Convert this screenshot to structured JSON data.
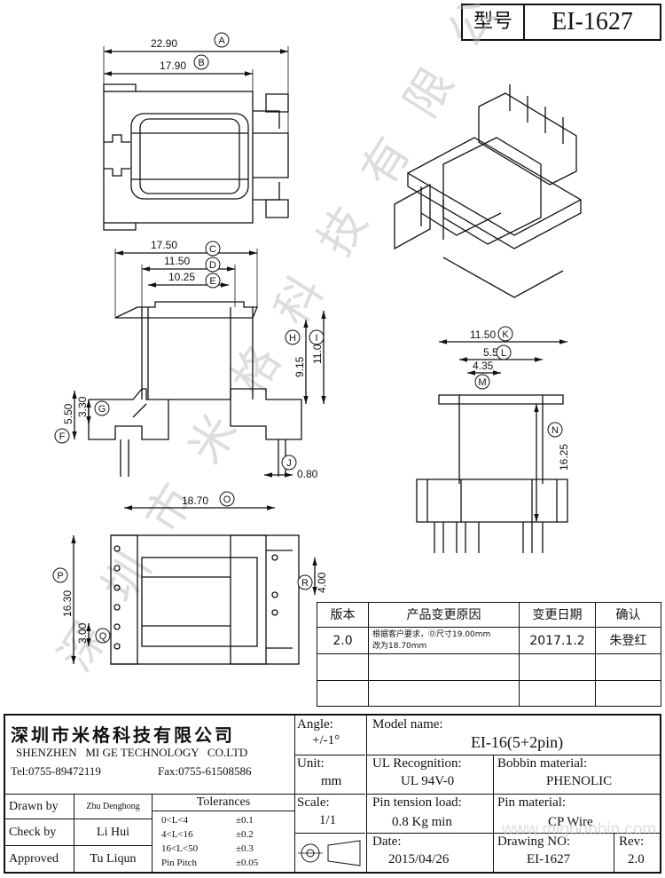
{
  "header": {
    "model_label": "型号",
    "model_no": "EI-1627"
  },
  "watermark": {
    "text": "深圳市米格科技有限公司",
    "url": "www.migbobbin.com"
  },
  "dimensions": {
    "top": {
      "A": "22.90",
      "B": "17.90"
    },
    "front": {
      "C": "17.50",
      "D": "11.50",
      "E": "10.25",
      "H": "9.15",
      "I": "11.00",
      "G": "3.30",
      "F": "5.50",
      "J": "0.80"
    },
    "side": {
      "K": "11.50",
      "L": "5.50",
      "M": "4.35",
      "N": "16.25"
    },
    "bottom": {
      "O": "18.70",
      "P": "16.30",
      "Q": "3.00",
      "R": "4.00"
    },
    "letters": [
      "A",
      "B",
      "C",
      "D",
      "E",
      "F",
      "G",
      "H",
      "I",
      "J",
      "K",
      "L",
      "M",
      "N",
      "O",
      "P",
      "Q",
      "R"
    ]
  },
  "revision": {
    "headers": [
      "版本",
      "产品变更原因",
      "变更日期",
      "确认"
    ],
    "row": {
      "version": "2.0",
      "reason_line1": "根据客户要求，Ⓞ尺寸19.00mm",
      "reason_line2": "改为18.70mm",
      "date": "2017.1.2",
      "confirm": "朱登红"
    }
  },
  "title_block": {
    "company_cn": "深圳市米格科技有限公司",
    "company_en": "SHENZHEN   MI GE TECHNOLOGY   CO.LTD",
    "tel": "Tel:0755-89472119",
    "fax": "Fax:0755-61508586",
    "angle_label": "Angle:",
    "angle_value": "+/-1°",
    "unit_label": "Unit:",
    "unit_value": "mm",
    "scale_label": "Scale:",
    "scale_value": "1/1",
    "model_label": "Model name:",
    "model_value": "EI-16(5+2pin)",
    "ul_label": "UL Recognition:",
    "ul_value": "UL 94V-0",
    "bobbin_label": "Bobbin material:",
    "bobbin_value": "PHENOLIC",
    "pin_tension_label": "Pin tension load:",
    "pin_tension_value": "0.8 Kg min",
    "pin_material_label": "Pin material:",
    "pin_material_value": "CP Wire",
    "date_label": "Date:",
    "date_value": "2015/04/26",
    "drawing_label": "Drawing NO:",
    "drawing_value": "EI-1627",
    "rev_label": "Rev:",
    "rev_value": "2.0",
    "drawn_label": "Drawn by",
    "drawn_value": "Zhu Denghong",
    "check_label": "Check by",
    "check_value": "Li Hui",
    "approved_label": "Approved",
    "approved_value": "Tu Liqun",
    "tolerances_label": "Tolerances",
    "tolerances": [
      {
        "range": "0<L<4",
        "value": "±0.1"
      },
      {
        "range": "4<L<16",
        "value": "±0.2"
      },
      {
        "range": "16<L<50",
        "value": "±0.3"
      },
      {
        "range": "Pin Pitch",
        "value": "±0.05"
      }
    ]
  }
}
